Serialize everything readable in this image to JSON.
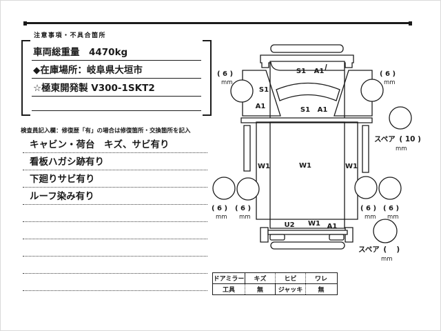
{
  "colors": {
    "ink": "#1a1a1a",
    "paper": "#ffffff"
  },
  "notes": {
    "header": "注意事項・不具合箇所",
    "lines": [
      "車両総重量　4470kg",
      "◆在庫場所：岐阜県大垣市",
      "☆極東開発製 V300-1SKT2",
      ""
    ]
  },
  "inspector": {
    "header": "検査員記入欄：修復歴「有」の場合は修復箇所・交換箇所を記入",
    "lines": [
      "キャビン・荷台　キズ、サビ有り",
      "看板ハガシ跡有り",
      "下廻りサビ有り",
      "ルーフ染み有り",
      "",
      "",
      "",
      "",
      ""
    ]
  },
  "diagram": {
    "zones": {
      "cab_top_s": "S1",
      "cab_top_a": "A1",
      "door_left_s": "S1",
      "door_left_a": "A1",
      "windshield_s": "S1",
      "windshield_a": "A1",
      "bed_left": "W1",
      "bed_center": "W1",
      "bed_right": "W1",
      "rear_u": "U2",
      "rear_w": "W1",
      "rear_a": "A1"
    },
    "tires": {
      "front_left": "( 6 )",
      "front_right": "( 6 )",
      "rear_left_outer": "( 6 )",
      "rear_left_inner": "( 6 )",
      "rear_right_inner": "( 6 )",
      "rear_right_outer": "( 6 )",
      "unit": "mm",
      "spare_top_label": "スペア",
      "spare_top_value": "( 10 )",
      "spare_bottom_label": "スペア",
      "spare_bottom_value": "(　 )"
    }
  },
  "equipment": {
    "rows": [
      {
        "c0": "ドアミラー",
        "c1": "キズ",
        "c2": "ヒビ",
        "c3": "ワレ"
      },
      {
        "c0": "工具",
        "c1": "無",
        "c2": "ジャッキ",
        "c3": "無"
      }
    ]
  }
}
